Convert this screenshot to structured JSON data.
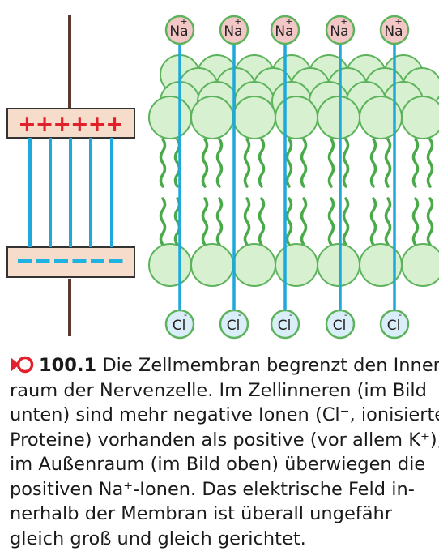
{
  "figure": {
    "capacitor": {
      "top_signs": "++++++",
      "bottom_signs": "------"
    },
    "ions": {
      "top_label": "Na",
      "top_charge": "+",
      "bottom_label": "Cl",
      "bottom_charge": "-"
    },
    "colors": {
      "plate_fill": "#f6dccb",
      "plate_border": "#333333",
      "plus_color": "#e2202c",
      "minus_color": "#1fb2e0",
      "field_line": "#1fa8dc",
      "wire": "#5a3a2e",
      "lipid_head_fill": "#d6f0d0",
      "lipid_head_stroke": "#5cb35c",
      "lipid_tail": "#4aaa4a",
      "na_fill": "#f4c7c7",
      "cl_fill": "#d9eef8"
    }
  },
  "caption": {
    "figure_number": "100.1",
    "lines": [
      "Die Zellmembran begrenzt den Innen-",
      "raum der Nervenzelle. Im Zellinneren (im Bild",
      "unten) sind mehr negative Ionen (Cl⁻, ionisierte",
      "Proteine) vorhanden als positive (vor allem K⁺),",
      "im Außenraum (im Bild oben) überwiegen die",
      "positiven Na⁺-Ionen. Das elektrische Feld in-",
      "nerhalb der Membran ist überall ungefähr",
      "gleich groß und gleich gerichtet."
    ]
  }
}
